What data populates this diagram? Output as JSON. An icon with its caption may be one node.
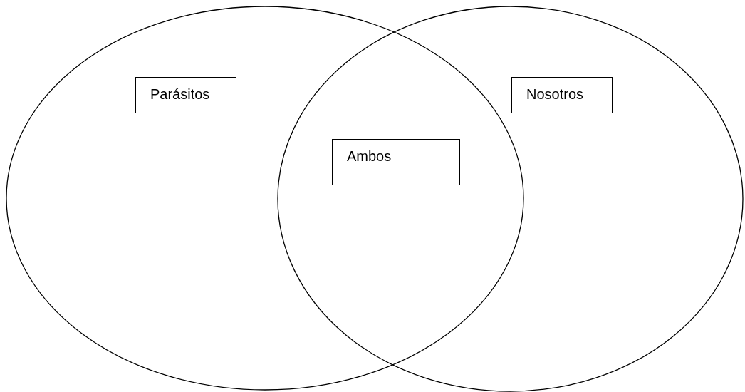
{
  "diagram": {
    "nodes": [
      {
        "text": [],
        "shape": "circle"
      },
      {
        "text": [
          "Parásitos"
        ],
        "in": 0
      },
      {
        "text": [
          "Ambos"
        ]
      },
      {
        "text": [],
        "shape": "circle"
      },
      {
        "text": [
          "Nosotros"
        ],
        "in": 3
      }
    ]
  }
}
